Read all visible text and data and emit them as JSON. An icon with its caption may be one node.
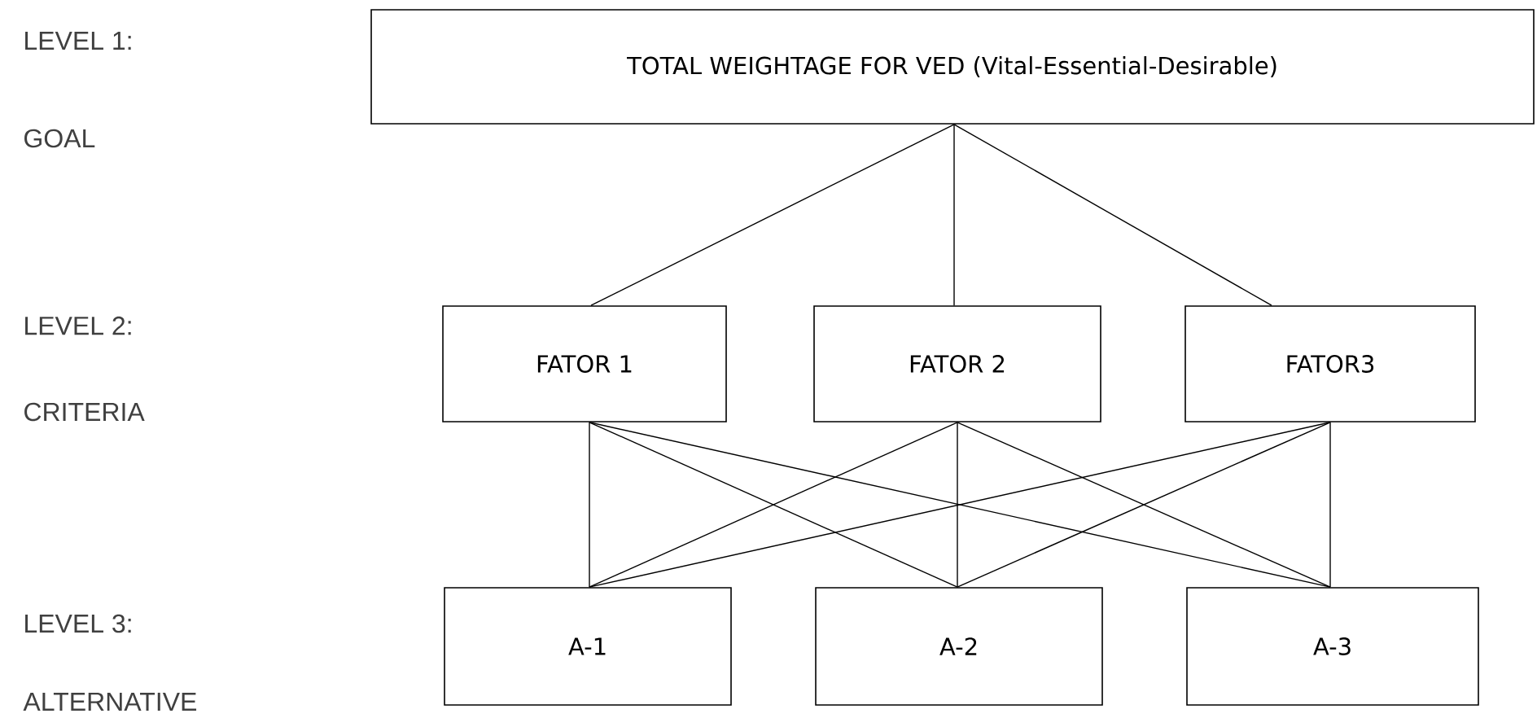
{
  "diagram": {
    "nodes": [
      {
        "text": [
          "TOTAL WEIGHTAGE FOR VED (Vital-Essential-Desirable)"
        ]
      },
      {
        "text": [
          "FATOR 1"
        ]
      },
      {
        "text": [
          "FATOR 2"
        ]
      },
      {
        "text": [
          "FATOR3"
        ]
      },
      {
        "text": [
          "A-1"
        ]
      },
      {
        "text": [
          "A-2"
        ]
      },
      {
        "text": [
          "A-3"
        ]
      }
    ],
    "edges": [
      {
        "from": 0,
        "to": 1,
        "arrow": "none"
      },
      {
        "from": 0,
        "to": 2,
        "arrow": "none"
      },
      {
        "from": 0,
        "to": 3,
        "arrow": "none"
      },
      {
        "from": 1,
        "to": 4,
        "arrow": "none"
      },
      {
        "from": 1,
        "to": 5,
        "arrow": "none"
      },
      {
        "from": 1,
        "to": 6,
        "arrow": "none"
      },
      {
        "from": 2,
        "to": 4,
        "arrow": "none"
      },
      {
        "from": 2,
        "to": 5,
        "arrow": "none"
      },
      {
        "from": 2,
        "to": 6,
        "arrow": "none"
      },
      {
        "from": 3,
        "to": 4,
        "arrow": "none"
      },
      {
        "from": 3,
        "to": 5,
        "arrow": "none"
      },
      {
        "from": 3,
        "to": 6,
        "arrow": "none"
      }
    ],
    "labels": [
      "LEVEL 1:",
      "GOAL",
      "LEVEL 2:",
      "CRITERIA",
      "LEVEL 3:",
      "ALTERNATIVE"
    ]
  }
}
